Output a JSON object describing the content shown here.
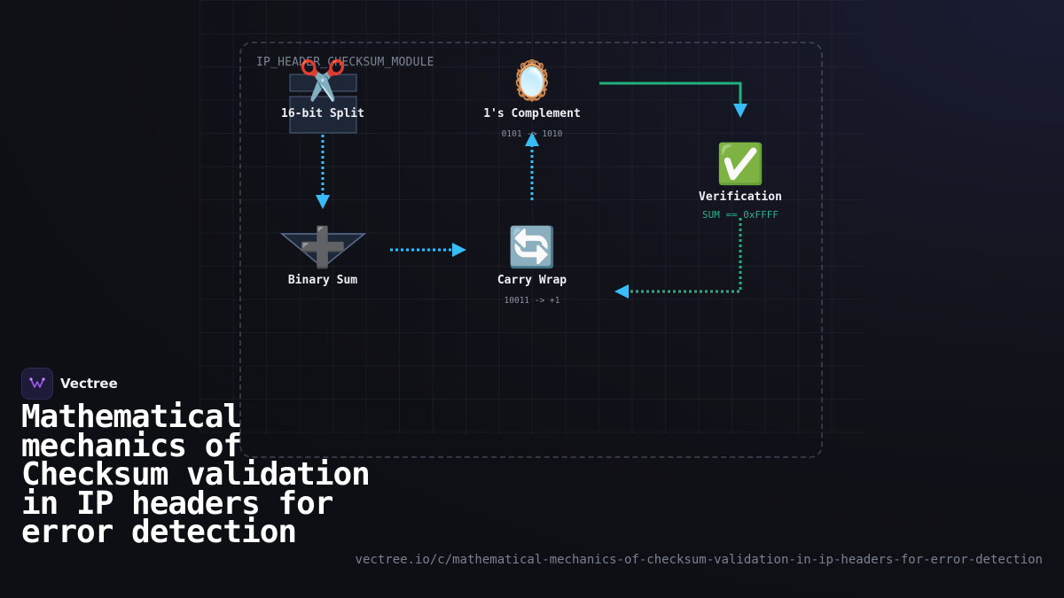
{
  "diagram": {
    "module_label": "IP_HEADER_CHECKSUM_MODULE",
    "nodes": {
      "split": {
        "icon": "✂️",
        "icon_name": "scissors-icon",
        "title": "16-bit Split"
      },
      "complement": {
        "icon": "🪞",
        "icon_name": "mirror-icon",
        "title": "1's Complement",
        "sub": "0101 -> 1010"
      },
      "verification": {
        "icon": "✅",
        "icon_name": "check-mark-icon",
        "title": "Verification",
        "sub": "SUM == 0xFFFF"
      },
      "sum": {
        "icon": "➕",
        "icon_name": "plus-icon",
        "title": "Binary Sum"
      },
      "carry": {
        "icon": "🔄",
        "icon_name": "cycle-arrows-icon",
        "title": "Carry Wrap",
        "sub": "10011 -> +1"
      }
    },
    "colors": {
      "blue_link": "#38bdf8",
      "green_link": "#22b07d",
      "shape_fill": "#1e2738",
      "shape_stroke": "#5a6f8f"
    }
  },
  "brand": {
    "name": "Vectree"
  },
  "headline": "Mathematical mechanics of Checksum validation in IP headers for error detection",
  "url": "vectree.io/c/mathematical-mechanics-of-checksum-validation-in-ip-headers-for-error-detection"
}
